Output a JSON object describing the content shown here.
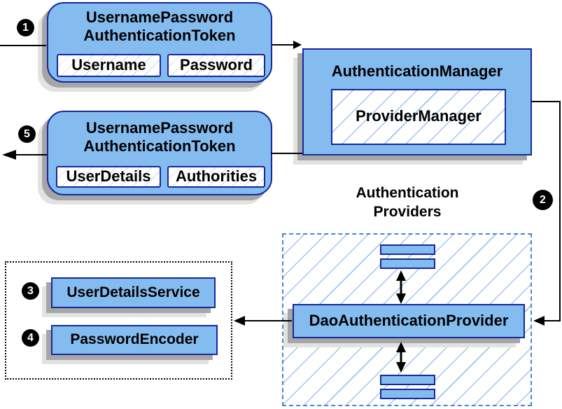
{
  "colors": {
    "node_fill": "#85BCF0",
    "node_border": "#15289C",
    "shadow_dark": "#A6A6A6",
    "shadow_light": "#E2E2E2",
    "dashed_border": "#4E86C8",
    "hatch_fine": "#C7DCF5",
    "hatch_wide": "#9FC6EE",
    "connector": "#000000",
    "step_badge_bg": "#000000",
    "step_badge_fg": "#FFFFFF"
  },
  "steps": [
    "1",
    "2",
    "3",
    "4",
    "5"
  ],
  "nodes": {
    "request_token": {
      "title_line1": "UsernamePassword",
      "title_line2": "AuthenticationToken",
      "field1": "Username",
      "field2": "Password"
    },
    "authentication_manager": {
      "title": "AuthenticationManager",
      "inner": "ProviderManager"
    },
    "response_token": {
      "title_line1": "UsernamePassword",
      "title_line2": "AuthenticationToken",
      "field1": "UserDetails",
      "field2": "Authorities"
    },
    "providers_group": {
      "label_line1": "Authentication",
      "label_line2": "Providers",
      "provider": "DaoAuthenticationProvider"
    },
    "services": {
      "user_details_service": "UserDetailsService",
      "password_encoder": "PasswordEncoder"
    }
  }
}
